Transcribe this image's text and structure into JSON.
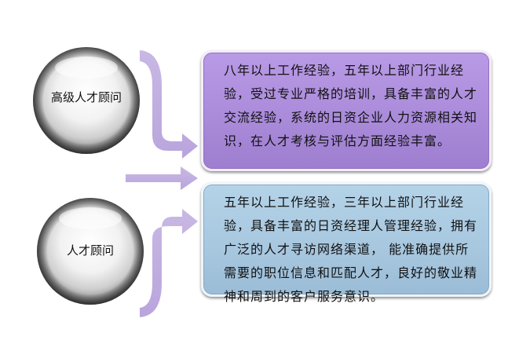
{
  "nodes": [
    {
      "label": "高级人才顾问"
    },
    {
      "label": "人才顾问"
    }
  ],
  "descriptions": [
    {
      "text": "八年以上工作经验，五年以上部门行业经验，受过专业严格的培训，具备丰富的人才交流经验，系统的日资企业人力资源相关知识，在人才考核与评估方面经验丰富。"
    },
    {
      "text": "五年以上工作经验，三年以上部门行业经验，具备丰富的日资经理人管理经验，拥有广泛的人才寻访网络渠道， 能准确提供所需要的职位信息和匹配人才，良好的敬业精神和周到的客户服务意识。"
    }
  ],
  "colors": {
    "top_box": "#ae8fdd",
    "bottom_box": "#a9c9e0",
    "arrows": "#c2b0e0"
  }
}
